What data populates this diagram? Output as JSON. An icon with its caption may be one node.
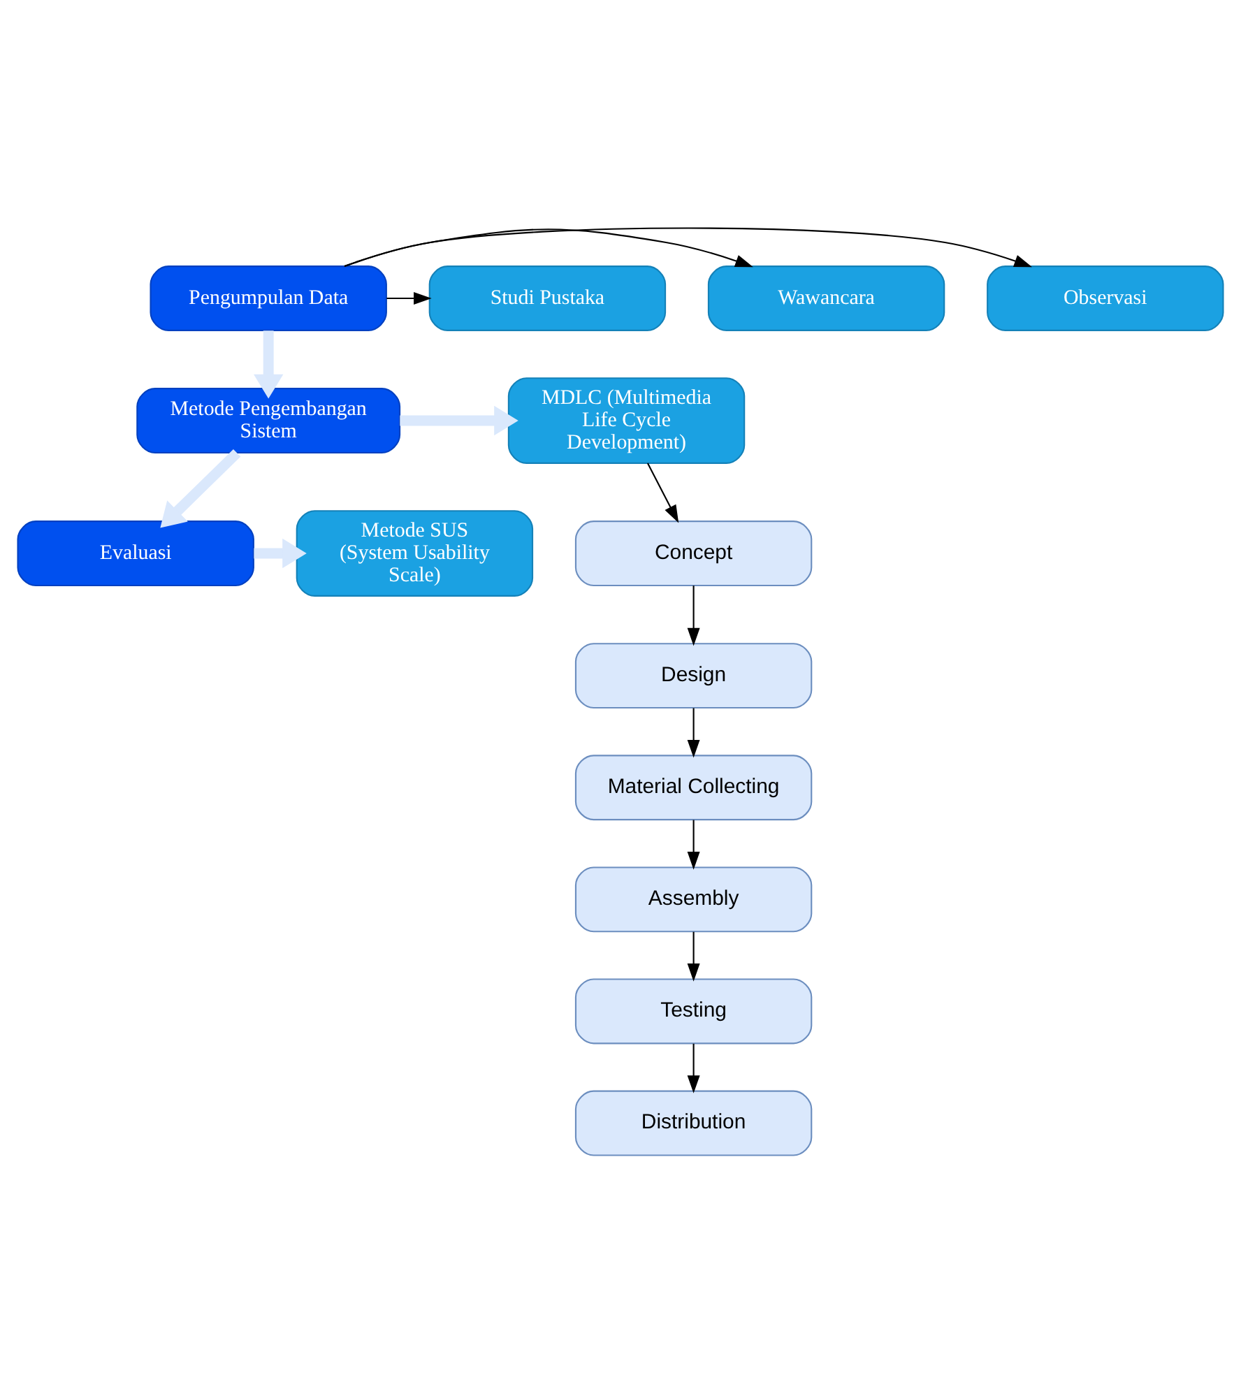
{
  "diagram": {
    "nodes": [
      {
        "text": [
          "Observasi"
        ]
      },
      {
        "text": [
          "Wawancara"
        ]
      },
      {
        "text": [
          "Studi Pustaka"
        ]
      },
      {
        "text": [
          "Pengumpulan Data"
        ]
      },
      {
        "text": [
          "Metode Pengembangan Sistem"
        ]
      },
      {
        "text": [
          "MDLC (Multimedia Life Cycle Development)"
        ]
      },
      {
        "text": [
          "Metode SUS (System Usability Scale)"
        ]
      },
      {
        "text": [
          "Evaluasi"
        ]
      },
      {
        "text": [
          "Concept"
        ]
      },
      {
        "text": [
          "Design"
        ]
      },
      {
        "text": [
          "Material Collecting"
        ]
      },
      {
        "text": [
          "Assembly"
        ]
      },
      {
        "text": [
          "Testing"
        ]
      },
      {
        "text": [
          "Distribution"
        ]
      }
    ],
    "edges": [
      {
        "from": 3,
        "to": 0,
        "arrow": "to"
      },
      {
        "from": 3,
        "to": 1,
        "arrow": "to"
      },
      {
        "from": 3,
        "to": 2,
        "arrow": "to"
      },
      {
        "from": 3,
        "to": 4,
        "arrow": "to",
        "style": "thick",
        "color": "#dae8fc"
      },
      {
        "from": 4,
        "to": 5,
        "arrow": "to",
        "style": "thick",
        "color": "#dae8fc"
      },
      {
        "from": 4,
        "to": 7,
        "arrow": "to",
        "style": "thick",
        "color": "#dae8fc"
      },
      {
        "from": 7,
        "to": 6,
        "arrow": "to",
        "style": "thick",
        "color": "#dae8fc"
      },
      {
        "from": 5,
        "to": 8,
        "arrow": "to"
      },
      {
        "from": 8,
        "to": 9,
        "arrow": "to"
      },
      {
        "from": 9,
        "to": 10,
        "arrow": "to"
      },
      {
        "from": 10,
        "to": 11,
        "arrow": "to"
      },
      {
        "from": 11,
        "to": 12,
        "arrow": "to"
      },
      {
        "from": 12,
        "to": 13,
        "arrow": "to"
      }
    ]
  }
}
